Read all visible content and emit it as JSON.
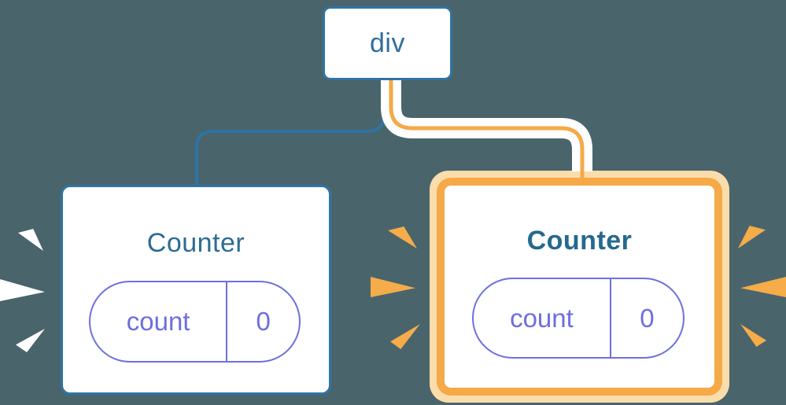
{
  "diagram": {
    "description": "React render-tree diagram: a div root element with two Counter component children; each holds a count state of 0. The right Counter instance is highlighted (re-mounted) in orange with burst marks.",
    "root_node": {
      "label": "div"
    },
    "nodes": [
      {
        "id": "counter-left",
        "title": "Counter",
        "state": {
          "key": "count",
          "value": "0"
        },
        "highlighted": false
      },
      {
        "id": "counter-right",
        "title": "Counter",
        "state": {
          "key": "count",
          "value": "0"
        },
        "highlighted": true
      }
    ],
    "colors": {
      "background": "#4A646C",
      "node_border_blue": "#2F74A4",
      "title_blue": "#2C6C92",
      "highlight_orange": "#F5A947",
      "highlight_halo": "#FBDDAB",
      "state_purple": "#6C6EE2",
      "connector_blue": "#2F74A4",
      "connector_orange": "#F5A947",
      "spark_white": "#FFFFFF"
    }
  }
}
